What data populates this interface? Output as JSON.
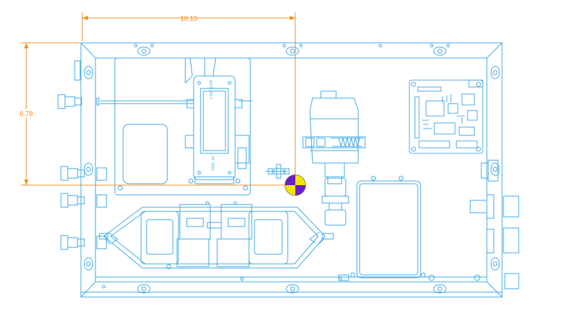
{
  "dimensions": {
    "horizontal": {
      "label": "10.15"
    },
    "vertical": {
      "label": "6.78"
    }
  },
  "component_text": {
    "label_a": "6473-2013",
    "label_b": "IO 2016"
  },
  "colors": {
    "outline": "#3aa7e6",
    "dimension": "#f28c1c",
    "origin_marker_a": "#f2e600",
    "origin_marker_b": "#6a1fc9",
    "background": "#ffffff"
  },
  "icons": {
    "origin_marker": "center-of-gravity-icon"
  }
}
